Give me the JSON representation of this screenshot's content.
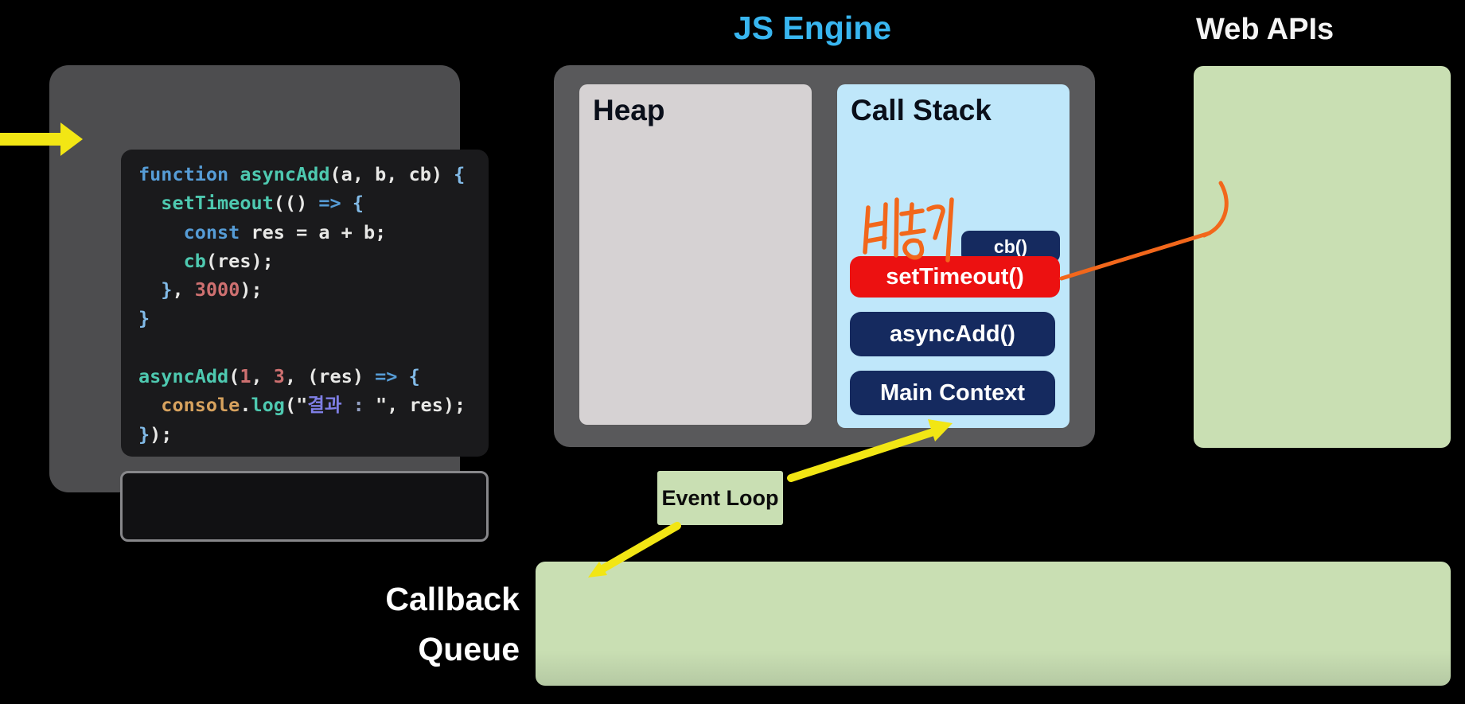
{
  "colors": {
    "bg": "#000000",
    "panel_gray": "#4D4D4F",
    "engine_gray": "#59595B",
    "code_bg": "#1A1A1C",
    "heap_gray": "#D6D2D3",
    "stack_blue": "#BFE7FA",
    "frame_navy": "#152A5F",
    "frame_red": "#EC1111",
    "green": "#C9DFB3",
    "yellow": "#F2E614",
    "orange": "#F2671B",
    "accent_blue": "#38B6F0",
    "code_kw": "#569CD6",
    "code_brace": "#82BBE8",
    "code_fn": "#4EC9B0",
    "code_plain": "#E8E8E6",
    "code_num": "#CE7070",
    "code_obj": "#D7A25E",
    "code_kr": "#7F7FE6",
    "code_strp": "#93A0C2"
  },
  "code_panel": {
    "lines": [
      [
        {
          "t": "function ",
          "c": "kw"
        },
        {
          "t": "asyncAdd",
          "c": "fn"
        },
        {
          "t": "(a, b, cb) ",
          "c": "pl"
        },
        {
          "t": "{",
          "c": "br"
        }
      ],
      [
        {
          "t": "  ",
          "c": "pl"
        },
        {
          "t": "setTimeout",
          "c": "fn"
        },
        {
          "t": "(() ",
          "c": "pl"
        },
        {
          "t": "=> ",
          "c": "kw"
        },
        {
          "t": "{",
          "c": "br"
        }
      ],
      [
        {
          "t": "    ",
          "c": "pl"
        },
        {
          "t": "const ",
          "c": "kw"
        },
        {
          "t": "res = a + b;",
          "c": "pl"
        }
      ],
      [
        {
          "t": "    ",
          "c": "pl"
        },
        {
          "t": "cb",
          "c": "fn"
        },
        {
          "t": "(res);",
          "c": "pl"
        }
      ],
      [
        {
          "t": "  ",
          "c": "pl"
        },
        {
          "t": "}",
          "c": "br"
        },
        {
          "t": ", ",
          "c": "pl"
        },
        {
          "t": "3000",
          "c": "num"
        },
        {
          "t": ");",
          "c": "pl"
        }
      ],
      [
        {
          "t": "}",
          "c": "br"
        }
      ],
      [],
      [
        {
          "t": "asyncAdd",
          "c": "fn"
        },
        {
          "t": "(",
          "c": "pl"
        },
        {
          "t": "1",
          "c": "num"
        },
        {
          "t": ", ",
          "c": "pl"
        },
        {
          "t": "3",
          "c": "num"
        },
        {
          "t": ", (res) ",
          "c": "pl"
        },
        {
          "t": "=> ",
          "c": "kw"
        },
        {
          "t": "{",
          "c": "br"
        }
      ],
      [
        {
          "t": "  ",
          "c": "pl"
        },
        {
          "t": "console",
          "c": "obj"
        },
        {
          "t": ".",
          "c": "pl"
        },
        {
          "t": "log",
          "c": "fn"
        },
        {
          "t": "(\"",
          "c": "pl"
        },
        {
          "t": "결과",
          "c": "kr"
        },
        {
          "t": " : ",
          "c": "strp"
        },
        {
          "t": "\"",
          "c": "pl"
        },
        {
          "t": ", res);",
          "c": "pl"
        }
      ],
      [
        {
          "t": "}",
          "c": "br"
        },
        {
          "t": ");",
          "c": "pl"
        }
      ]
    ]
  },
  "js_engine": {
    "title": "JS Engine",
    "heap_label": "Heap",
    "call_stack_label": "Call Stack"
  },
  "call_stack": {
    "frames": [
      {
        "label": "cb()",
        "color": "navy"
      },
      {
        "label": "setTimeout()",
        "color": "red"
      },
      {
        "label": "asyncAdd()",
        "color": "navy"
      },
      {
        "label": "Main Context",
        "color": "navy"
      }
    ]
  },
  "web_apis": {
    "title": "Web APIs"
  },
  "event_loop": {
    "label": "Event Loop"
  },
  "callback_queue": {
    "label_line1": "Callback",
    "label_line2": "Queue"
  },
  "annotations": {
    "async_note": "비동기"
  }
}
